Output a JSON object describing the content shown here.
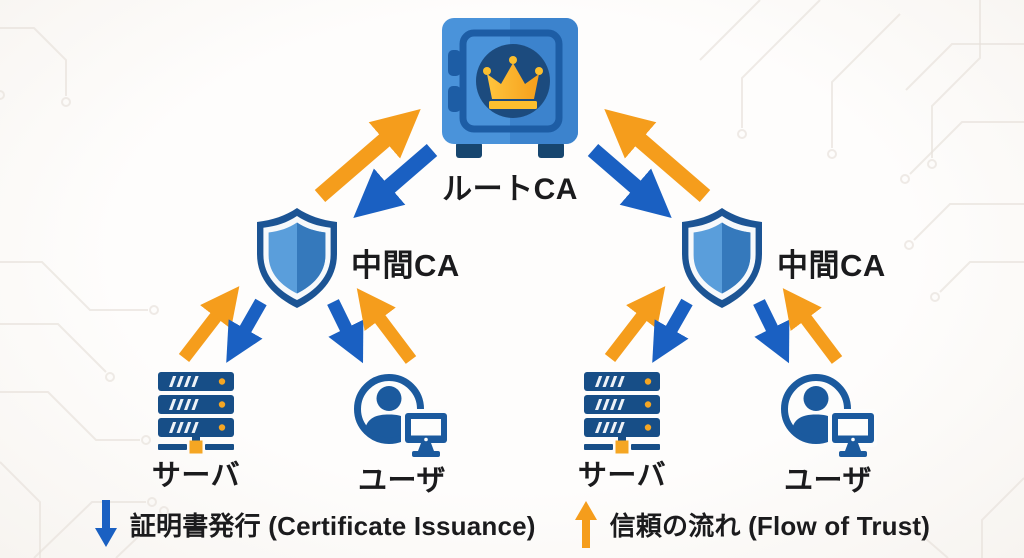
{
  "diagram": {
    "description_tag": "pki-certificate-authority-hierarchy"
  },
  "nodes": {
    "root_ca": {
      "label": "ルートCA",
      "icon": "vault-crown-icon"
    },
    "intermediate_ca_left": {
      "label": "中間CA",
      "icon": "shield-icon"
    },
    "intermediate_ca_right": {
      "label": "中間CA",
      "icon": "shield-icon"
    },
    "server_left": {
      "label": "サーバ",
      "icon": "server-rack-icon"
    },
    "user_left": {
      "label": "ユーザ",
      "icon": "user-monitor-icon"
    },
    "server_right": {
      "label": "サーバ",
      "icon": "server-rack-icon"
    },
    "user_right": {
      "label": "ユーザ",
      "icon": "user-monitor-icon"
    }
  },
  "legend": {
    "issuance_label": "証明書発行 (Certificate Issuance)",
    "trust_label": "信頼の流れ (Flow of Trust)",
    "issuance_icon": "down-arrow-icon",
    "trust_icon": "up-arrow-icon"
  },
  "colors": {
    "issuance_blue": "#1a60c2",
    "trust_orange": "#f59d1c",
    "icon_navy": "#17466f",
    "shield_border_blue": "#1c5494",
    "shield_light_blue": "#5a9edb",
    "shield_mid_blue": "#3579bc",
    "safe_body_blue": "#4a93da",
    "safe_body_blue_dark": "#3c83cd",
    "safe_circle_navy": "#1c4b7e",
    "crown_gold": "#f9a61a",
    "crown_gold_light": "#fcbf2e",
    "server_navy": "#174e87",
    "user_blue": "#1b5a9e",
    "accent_dot_orange": "#f5a623",
    "text_black": "#1b1b1d",
    "background": "#faf9f7"
  }
}
